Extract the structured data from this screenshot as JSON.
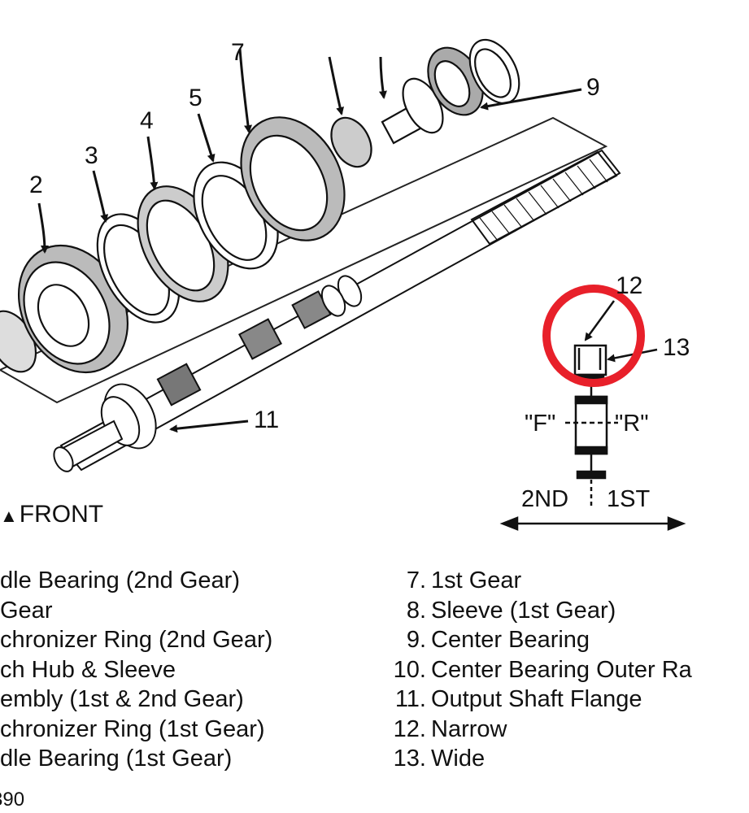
{
  "callouts": {
    "n2": "2",
    "n3": "3",
    "n4": "4",
    "n5": "5",
    "n7": "7",
    "n9": "9",
    "n11": "11",
    "n12": "12",
    "n13": "13"
  },
  "detail": {
    "label_f": "\"F\"",
    "label_r": "\"R\"",
    "label_2nd": "2ND",
    "label_1st": "1ST"
  },
  "front_label": "FRONT",
  "highlight_color": "#e8202a",
  "legend_left": [
    "dle Bearing (2nd Gear)",
    "Gear",
    "chronizer Ring (2nd Gear)",
    "ch Hub & Sleeve",
    "embly (1st & 2nd Gear)",
    "chronizer Ring (1st Gear)",
    "dle Bearing (1st Gear)"
  ],
  "legend_right": [
    {
      "num": "7.",
      "text": "1st Gear"
    },
    {
      "num": "8.",
      "text": "Sleeve (1st Gear)"
    },
    {
      "num": "9.",
      "text": "Center Bearing"
    },
    {
      "num": "10.",
      "text": "Center Bearing Outer Ra"
    },
    {
      "num": "11.",
      "text": "Output Shaft Flange"
    },
    {
      "num": "12.",
      "text": "Narrow"
    },
    {
      "num": "13.",
      "text": "Wide"
    }
  ],
  "figure_number": "390"
}
